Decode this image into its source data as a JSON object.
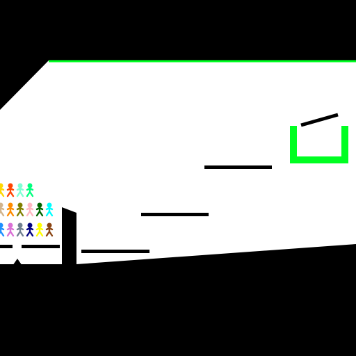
{
  "scene": {
    "background_color": "#000000",
    "floor_color": "#FFFFFF",
    "platform_color": "#000000",
    "goal_color": "#00FF22",
    "ceiling_edge_color": "#00FF22"
  },
  "goal": {
    "icon": "goal-bucket-icon",
    "color": "#00FF22"
  },
  "platforms": [
    {
      "name": "platform-upper"
    },
    {
      "name": "platform-middle"
    },
    {
      "name": "platform-lower"
    },
    {
      "name": "platform-spawn-left"
    },
    {
      "name": "platform-spawn-right"
    },
    {
      "name": "ramp-near-goal"
    }
  ],
  "crowd": {
    "icon": "stick-figure-icon",
    "rows": [
      [
        "#FFD700",
        "#FF4500",
        "#7FFFD4",
        "#00FF7F"
      ],
      [
        "#D2B48C",
        "#FF8C00",
        "#808000",
        "#FFB6C1",
        "#006400",
        "#00FFFF"
      ],
      [
        "#1E90FF",
        "#DA70D6",
        "#708090",
        "#000080",
        "#FFFF00",
        "#8B4513"
      ]
    ]
  }
}
